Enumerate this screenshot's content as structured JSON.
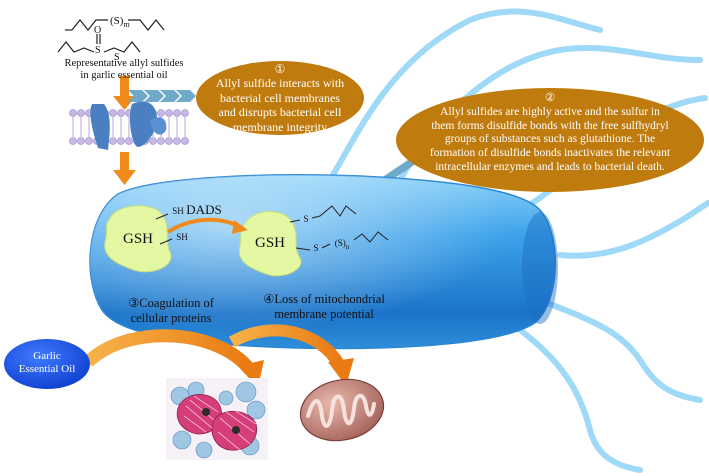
{
  "molecules": {
    "polysulfide_label": "(S)",
    "polysulfide_subscript": "m",
    "sulfoxide_label": "S",
    "sulfoxide_oxygen": "O",
    "sulfur_label": "S"
  },
  "caption": {
    "line1": "Representative allyl sulfides",
    "line2": "in garlic essential oil"
  },
  "callout1": {
    "number": "①",
    "lines": [
      "Allyl sulfide interacts with",
      "bacterial cell membranes",
      "and disrupts bacterial cell",
      "membrane integrity"
    ]
  },
  "callout2": {
    "number": "②",
    "lines": [
      "Allyl sulfides are highly active and the sulfur in",
      "them forms disulfide bonds with the free sulfhydryl",
      "groups of substances such as glutathione. The",
      "formation of disulfide bonds inactivates the relevant",
      "intracellular enzymes and leads to bacterial death."
    ]
  },
  "bacterium": {
    "gsh_left": "GSH",
    "gsh_right": "GSH",
    "sh1": "SH",
    "sh2": "SH",
    "dads": "DADS",
    "s_label": "S",
    "sn_label": "(S)",
    "sn_subscript": "n",
    "label3_line1": "③Coagulation of",
    "label3_line2": "cellular proteins",
    "label4_line1": "④Loss of mitochondrial",
    "label4_line2": "membrane potential"
  },
  "garlic_oil": {
    "line1": "Garlic",
    "line2": "Essential Oil"
  },
  "colors": {
    "callout_fill": "#c07b0e",
    "cell_blue": "#3ea0e6",
    "gsh_green": "#e4f7a2",
    "arrow_orange": "#f08a1c",
    "garlic_blue": "#1b55e6",
    "flagella_blue": "#8fd2f6"
  }
}
